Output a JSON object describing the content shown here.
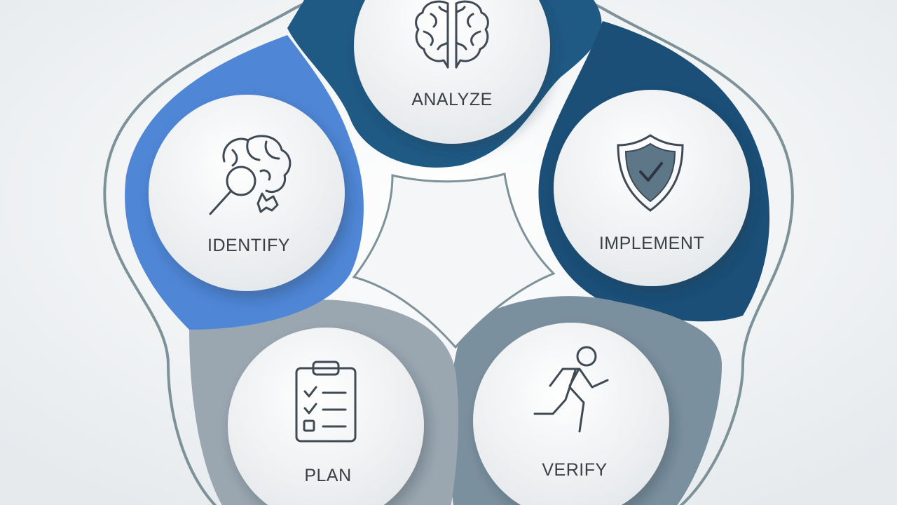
{
  "diagram": {
    "steps": [
      {
        "id": "analyze",
        "label": "ANALYZE",
        "icon": "brain-icon",
        "color": "#1f5a85"
      },
      {
        "id": "implement",
        "label": "IMPLEMENT",
        "icon": "shield-check-icon",
        "color": "#1b4f78"
      },
      {
        "id": "verify",
        "label": "VERIFY",
        "icon": "running-person-icon",
        "color": "#7b909e"
      },
      {
        "id": "plan",
        "label": "PLAN",
        "icon": "checklist-icon",
        "color": "#9aa6b0"
      },
      {
        "id": "identify",
        "label": "IDENTIFY",
        "icon": "brain-search-icon",
        "color": "#4f86d6"
      }
    ]
  },
  "colors": {
    "background": "#eef1f3",
    "outline": "#7d9199",
    "circle": "#f4f5f6",
    "text": "#3b3f45"
  }
}
